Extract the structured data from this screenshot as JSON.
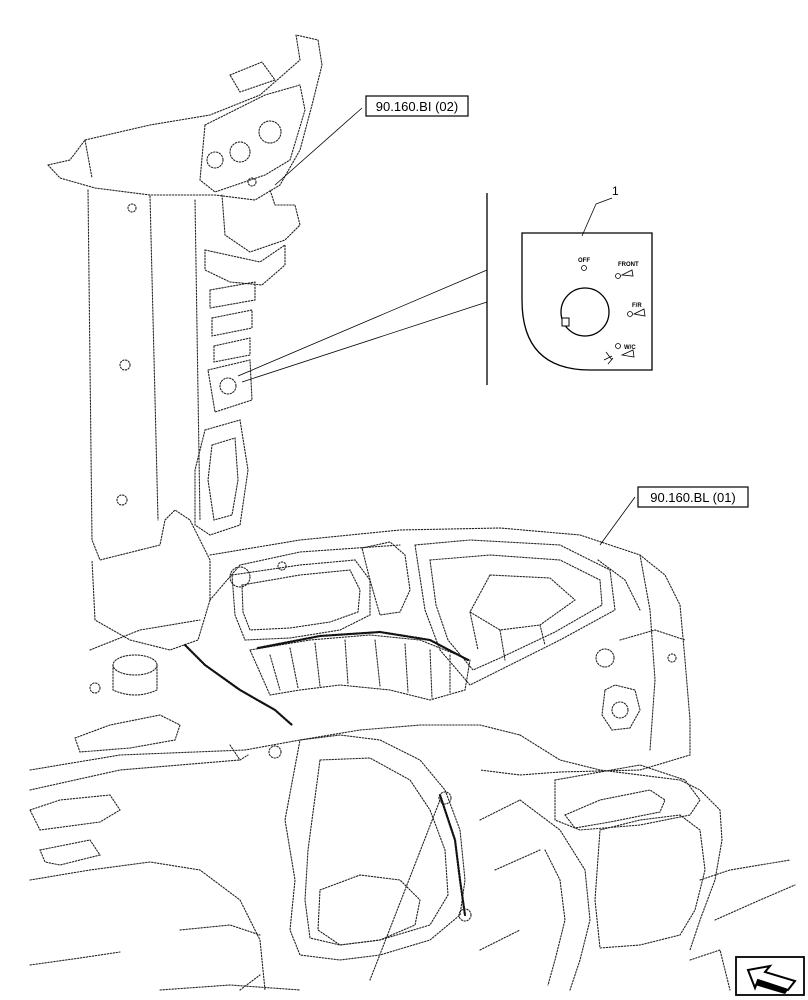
{
  "callouts": {
    "top_ref": "90.160.BI (02)",
    "bottom_ref": "90.160.BL (01)",
    "item_number": "1"
  },
  "switch_plate": {
    "off": "OFF",
    "front": "FRONT",
    "fr": "F/R",
    "wc": "W/C"
  },
  "nav_icon": "arrow-bottom-left-icon"
}
